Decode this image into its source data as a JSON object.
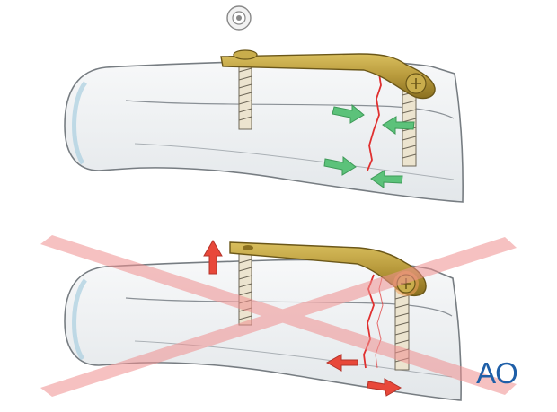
{
  "logo": {
    "text": "AO",
    "color": "#1f5fa8"
  },
  "colors": {
    "bone_fill": "#eef0f1",
    "bone_stroke": "#777d82",
    "cortex_tint": "#cfe4ee",
    "plate_gold": "#b89a3c",
    "plate_dark": "#6b5718",
    "screw_fill": "#ece4cf",
    "fracture_line": "#e03030",
    "compression_arrow": "#5cc27a",
    "distraction_arrow": "#e8483a",
    "cross_red": "#f4a2a2"
  },
  "panels": [
    {
      "name": "correct-compression",
      "arrows": "compression",
      "crossed": false
    },
    {
      "name": "incorrect-gap",
      "arrows": "distraction",
      "crossed": true
    }
  ],
  "icons": {
    "washer": "washer-icon",
    "screw": "screw-icon",
    "plate": "bent-plate-icon",
    "cross": "cross-out-icon"
  }
}
